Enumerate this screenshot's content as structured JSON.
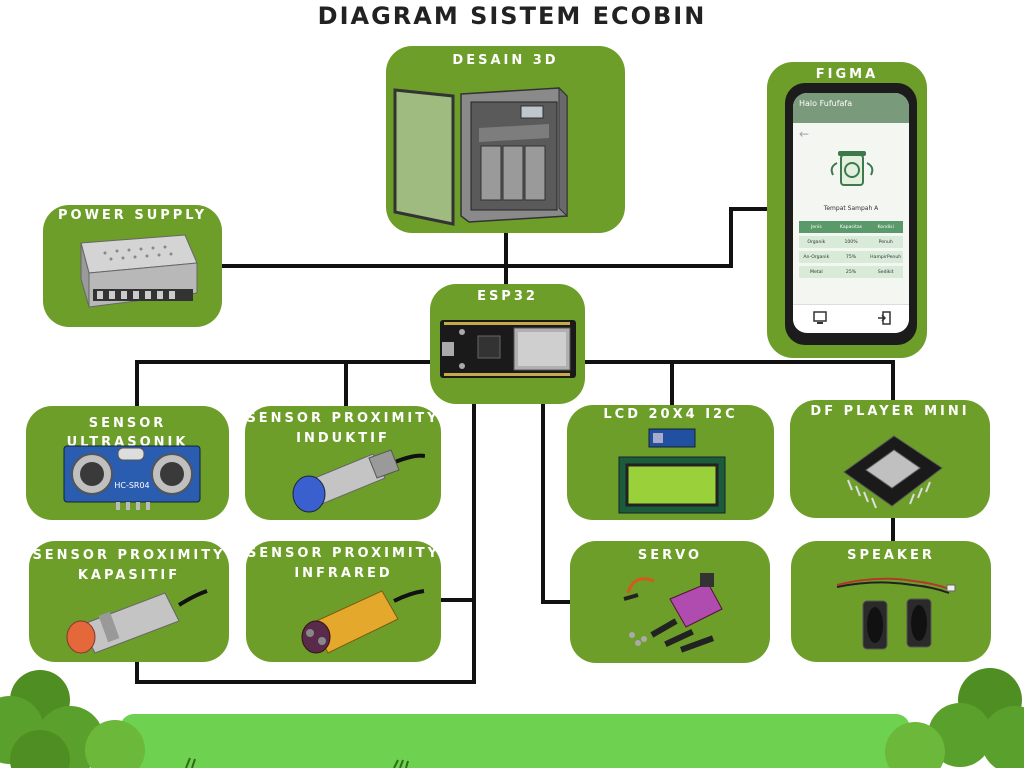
{
  "title": "DIAGRAM SISTEM ECOBIN",
  "colors": {
    "box": "#6e9e2a",
    "wire": "#111111",
    "grass": "#6ed14f",
    "bush": "#5aa02c"
  },
  "nodes": {
    "desain3d": {
      "label": "DESAIN 3D",
      "icon": "cabinet-3d-icon"
    },
    "figma": {
      "label": "FIGMA",
      "icon": "phone-mockup-icon"
    },
    "power_supply": {
      "label": "POWER SUPPLY",
      "icon": "power-supply-icon"
    },
    "esp32": {
      "label": "ESP32",
      "icon": "esp32-board-icon"
    },
    "ultrasonik": {
      "label": "SENSOR ULTRASONIK",
      "icon": "ultrasonic-sensor-icon"
    },
    "induktif": {
      "label_line1": "SENSOR PROXIMITY",
      "label_line2": "INDUKTIF",
      "icon": "inductive-sensor-icon"
    },
    "kapasitif": {
      "label_line1": "SENSOR PROXIMITY",
      "label_line2": "KAPASITIF",
      "icon": "capacitive-sensor-icon"
    },
    "infrared": {
      "label_line1": "SENSOR PROXIMITY",
      "label_line2": "INFRARED",
      "icon": "infrared-sensor-icon"
    },
    "lcd": {
      "label": "LCD 20X4 I2C",
      "icon": "lcd-module-icon"
    },
    "dfplayer": {
      "label": "DF PLAYER MINI",
      "icon": "dfplayer-module-icon"
    },
    "servo": {
      "label": "SERVO",
      "icon": "servo-motor-icon"
    },
    "speaker": {
      "label": "SPEAKER",
      "icon": "speaker-icon"
    }
  },
  "figma_app": {
    "greeting": "Halo Fufufafa",
    "bin_title": "Tempat Sampah A",
    "headers": [
      "Jenis",
      "Kapasitas",
      "Kondisi"
    ],
    "rows": [
      [
        "Organik",
        "100%",
        "Penuh"
      ],
      [
        "An-Organik",
        "75%",
        "HampirPenuh"
      ],
      [
        "Metal",
        "25%",
        "Sedikit"
      ]
    ]
  },
  "sensor_text": {
    "ultrasonic_model": "HC-SR04"
  }
}
